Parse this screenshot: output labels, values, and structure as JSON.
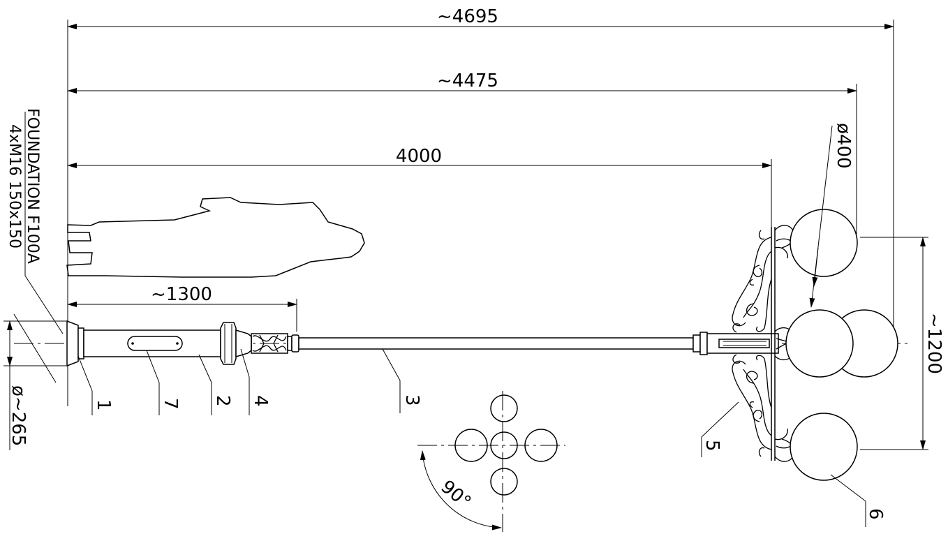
{
  "dimensions": {
    "overall_total": "~4695",
    "overall_head": "~4475",
    "arm_length": "4000",
    "base_length": "~1300",
    "globe_diameter": "ø400",
    "globe_spacing": "~1200",
    "pole_diameter": "ø~265",
    "angle": "90°"
  },
  "foundation": {
    "line1": "FOUNDATION F100A",
    "line2": "4xM16 150x150"
  },
  "parts": {
    "p1": "1",
    "p2": "2",
    "p3": "3",
    "p4": "4",
    "p5": "5",
    "p6": "6",
    "p7": "7"
  }
}
